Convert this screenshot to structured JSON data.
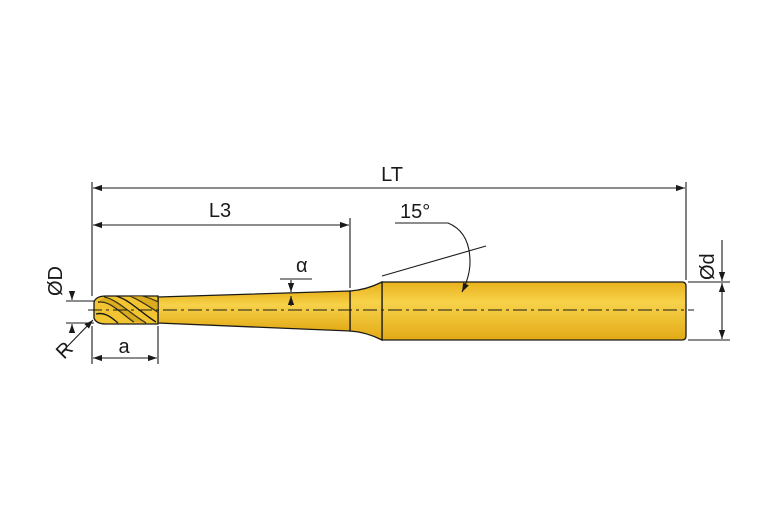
{
  "diagram": {
    "labels": {
      "lt": "LT",
      "l3": "L3",
      "angle15": "15°",
      "alpha": "α",
      "od_small": "ØD",
      "od_shank": "Ød",
      "radius": "R",
      "flute_length": "a"
    },
    "colors": {
      "tool_body": "#f2c431",
      "tool_shade": "#c99a12",
      "line": "#1a1a1a",
      "background": "#ffffff"
    }
  }
}
